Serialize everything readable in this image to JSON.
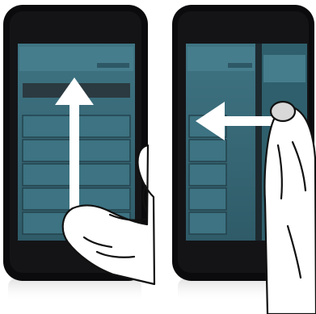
{
  "illustration": {
    "panels": [
      {
        "gesture": "swipe-up",
        "arrow_direction": "up",
        "hand": "thumb"
      },
      {
        "gesture": "swipe-left",
        "arrow_direction": "left",
        "hand": "thumb"
      }
    ]
  },
  "colors": {
    "phone_body": "#0c0c0e",
    "screen_teal": "#3a6c7b",
    "screen_teal_light": "#4d8291",
    "screen_dark": "#1d2a30",
    "arrow": "#ffffff",
    "hand_fill": "#ffffff",
    "hand_outline": "#111111"
  },
  "icons": [
    "phone-icon",
    "arrow-up-icon",
    "arrow-left-icon",
    "hand-icon"
  ]
}
